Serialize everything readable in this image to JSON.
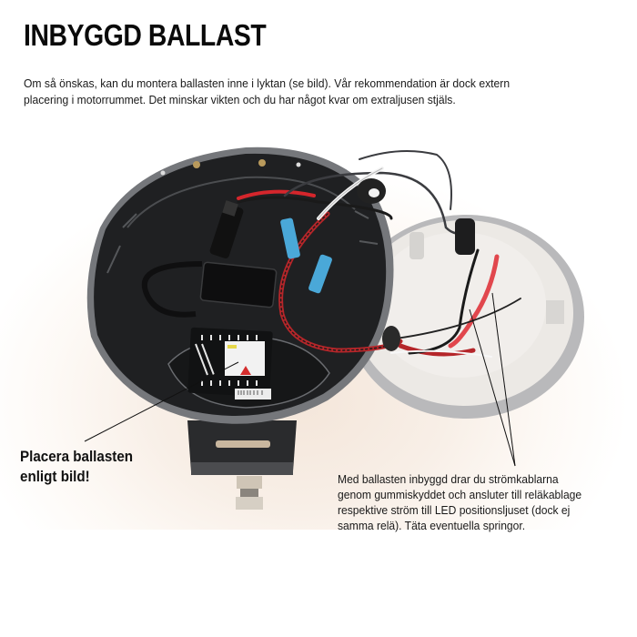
{
  "page": {
    "title": "INBYGGD BALLAST",
    "intro_line1": "Om så önskas, kan du montera ballasten inne i lyktan (se bild). Vår rekommendation är dock extern",
    "intro_line2": "placering i motorrummet. Det minskar vikten och du har något kvar om extraljusen stjäls."
  },
  "photo": {
    "description": "Opened auxiliary lamp housing with built-in ballast, wiring, blue connectors, and detached back cover",
    "colors": {
      "housing": "#1e1f21",
      "housing_rim": "#7d7f83",
      "back_cover": "#e9e6e2",
      "back_cover_rim": "#b9b9bb",
      "wire_red": "#d5262c",
      "wire_black": "#222222",
      "connector_blue": "#4aa8d8",
      "background_glow": "#f4e6da"
    }
  },
  "callouts": {
    "left_line1": "Placera ballasten",
    "left_line2": "enligt bild!",
    "right_line1": "Med ballasten inbyggd drar du strömkablarna",
    "right_line2": "genom gummiskyddet och ansluter till reläkablage",
    "right_line3": "respektive ström till LED positionsljuset (dock ej",
    "right_line4": "samma relä). Täta eventuella springor."
  }
}
